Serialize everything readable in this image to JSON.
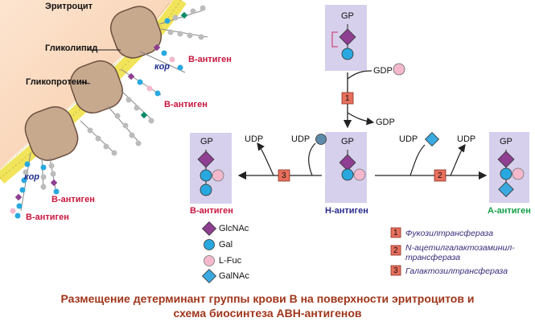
{
  "labels": {
    "erythrocyte": "Эритроцит",
    "glycolipid": "Гликолипид",
    "glycoprotein": "Гликопротеин",
    "b_antigen": "В-антиген",
    "h_antigen": "Н-антиген",
    "a_antigen": "А-антиген",
    "core": "кор",
    "gp": "GP",
    "gdp": "GDP",
    "udp": "UDP"
  },
  "enzymes": [
    {
      "number": "1",
      "name": "Фукозилтрансфераза"
    },
    {
      "number": "2",
      "name_line1": "N-ацетилгалактозаминил-",
      "name_line2": "трансфераза"
    },
    {
      "number": "3",
      "name": "Галактозилтрансфераза"
    }
  ],
  "legend": [
    {
      "symbol": "diamond",
      "name": "GlcNAc"
    },
    {
      "symbol": "circle",
      "name": "Gal"
    },
    {
      "symbol": "circle",
      "name": "L-Fuc"
    },
    {
      "symbol": "diamond",
      "name": "GalNAc"
    }
  ],
  "caption": {
    "line1": "Размещение детерминант группы крови В на поверхности эритроцитов и",
    "line2": "схема биосинтеза АВН-антигенов"
  },
  "colors": {
    "glcnac": "#8e3f91",
    "gal": "#29a8df",
    "fuc": "#f4b8cd",
    "galnac": "#3aa9e0",
    "gp_box": "#d6d0ec",
    "enzyme_box": "#e76f5c",
    "b_label": "#c8163f",
    "h_label": "#2a2a8c",
    "a_label": "#18a04a",
    "caption": "#a0361b"
  }
}
